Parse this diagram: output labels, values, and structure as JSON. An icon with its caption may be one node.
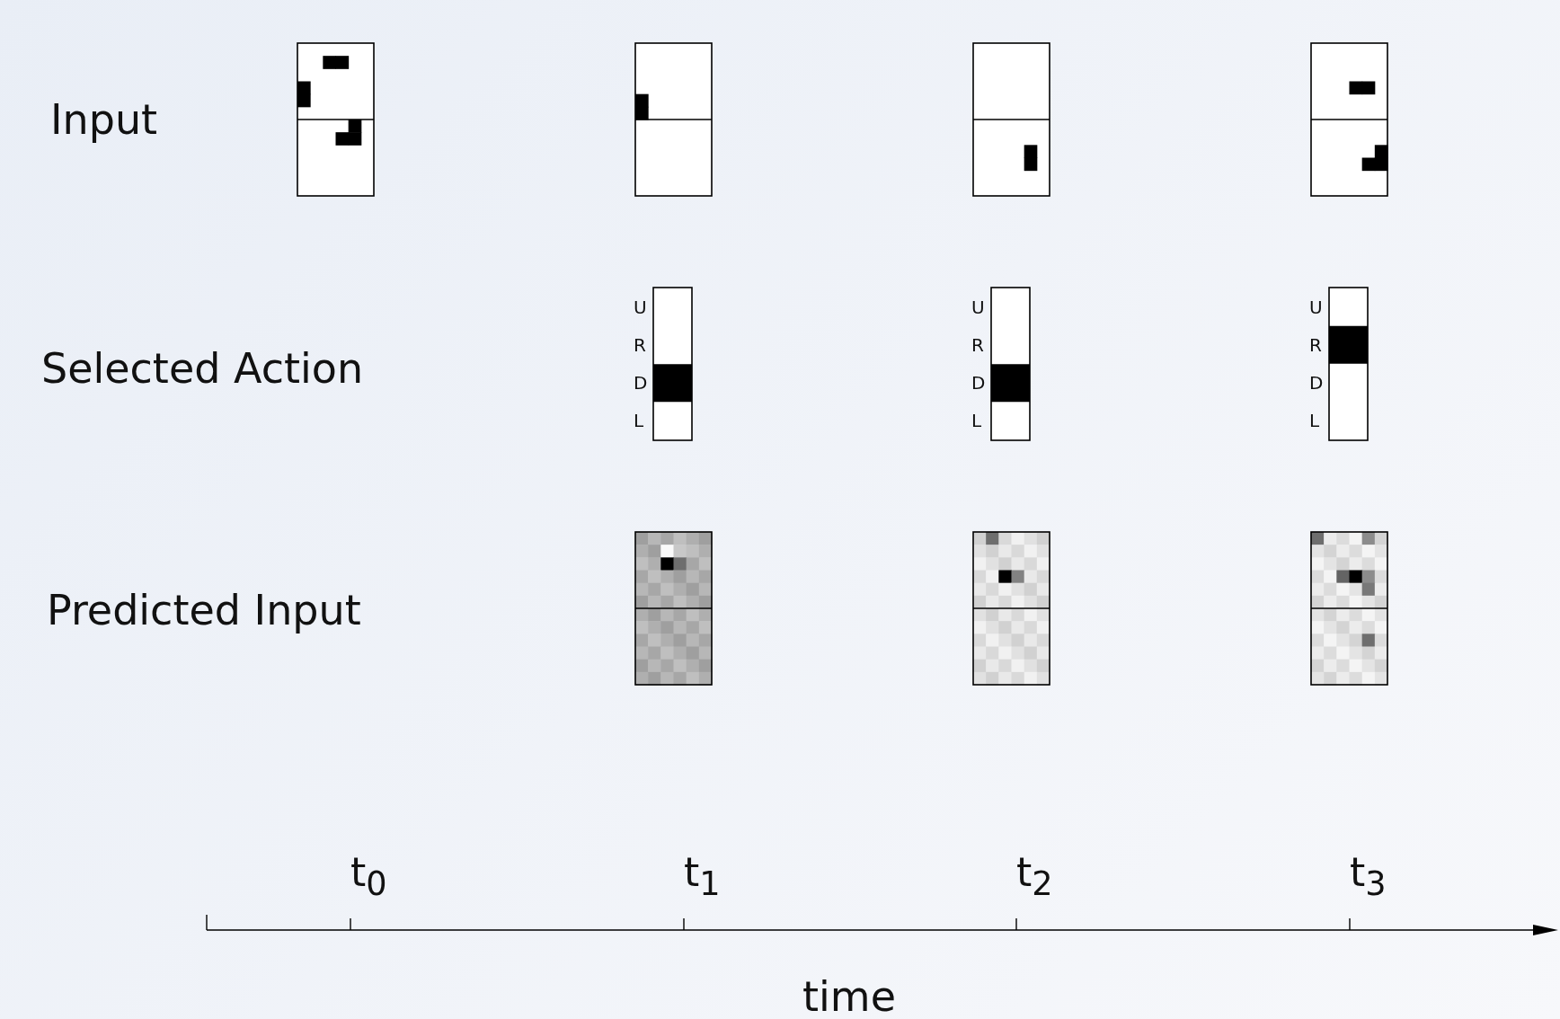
{
  "diagram": {
    "labels": [
      "Input",
      "Selected Action",
      "Predicted Input",
      "U",
      "R",
      "D",
      "L",
      "U",
      "R",
      "D",
      "L",
      "U",
      "R",
      "D",
      "L",
      "t$_{0}$",
      "t$_{1}$",
      "t$_{2}$",
      "t$_{3}$",
      "time"
    ]
  }
}
